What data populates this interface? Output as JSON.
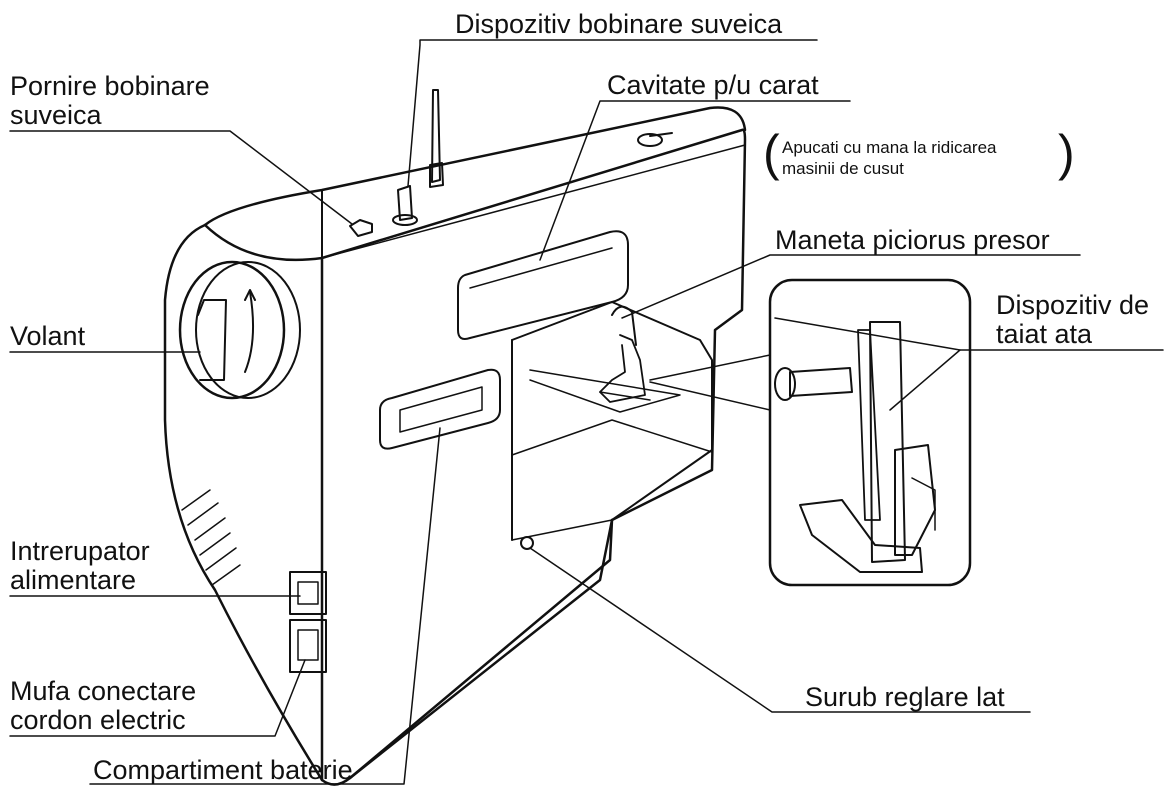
{
  "labels": {
    "dispozitiv_bobinare": "Dispozitiv bobinare suveica",
    "pornire_bobinare_line1": "Pornire bobinare",
    "pornire_bobinare_line2": "suveica",
    "cavitate_carat": "Cavitate p/u carat",
    "note_line1": "Apucati cu mana la ridicarea",
    "note_line2": "masinii de cusut",
    "maneta_piciorus": "Maneta piciorus presor",
    "dispozitiv_taiat_line1": "Dispozitiv de",
    "dispozitiv_taiat_line2": "taiat ata",
    "volant": "Volant",
    "intrerupator_line1": "Intrerupator",
    "intrerupator_line2": "alimentare",
    "mufa_line1": "Mufa conectare",
    "mufa_line2": "cordon electric",
    "surub_reglare": "Surub reglare lat",
    "compartiment_baterie": "Compartiment baterie"
  },
  "colors": {
    "ink": "#111111",
    "background": "#ffffff"
  }
}
